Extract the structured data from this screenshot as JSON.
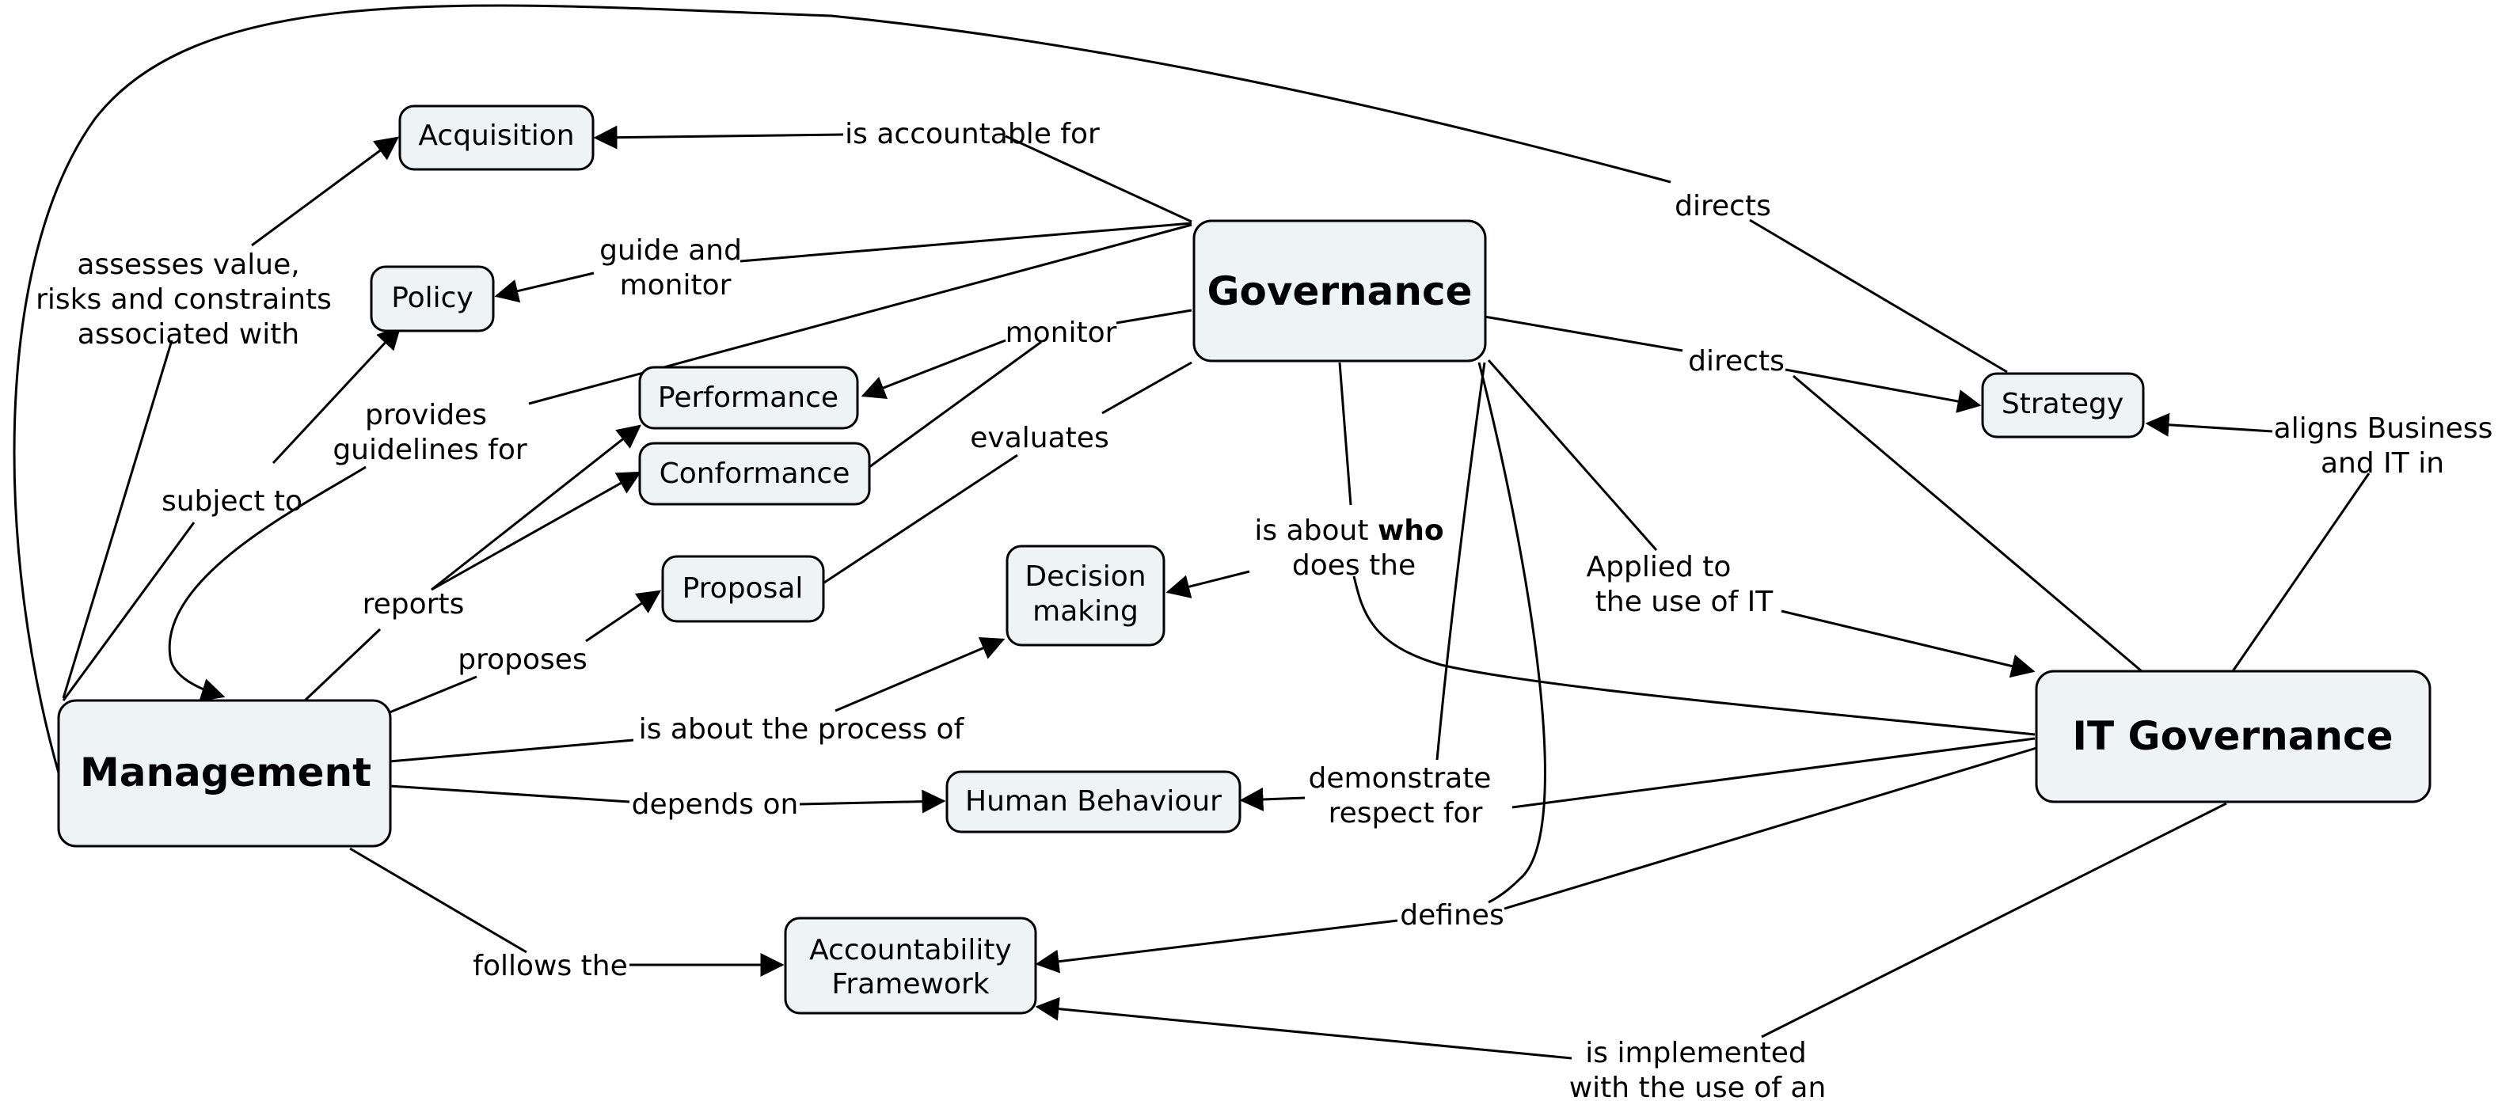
{
  "concepts": {
    "acquisition": "Acquisition",
    "policy": "Policy",
    "performance": "Performance",
    "conformance": "Conformance",
    "proposal": "Proposal",
    "decision_making": [
      "Decision",
      "making"
    ],
    "governance": "Governance",
    "strategy": "Strategy",
    "management": "Management",
    "human_behaviour": "Human Behaviour",
    "accountability_framework": [
      "Accountability",
      "Framework"
    ],
    "it_governance": "IT Governance"
  },
  "links": {
    "is_accountable_for": "is accountable for",
    "guide_and_monitor": [
      "guide and",
      "monitor"
    ],
    "monitor": "monitor",
    "evaluates": "evaluates",
    "directs_top": "directs",
    "directs_strategy": "directs",
    "aligns": [
      "aligns Business",
      "and IT in"
    ],
    "assesses": [
      "assesses value,",
      "risks and constraints",
      "associated with"
    ],
    "provides": [
      "provides",
      "guidelines for"
    ],
    "subject_to": "subject to",
    "reports": "reports",
    "proposes": "proposes",
    "is_about_who": {
      "pre": "is about ",
      "bold": "who",
      "line2": "does the"
    },
    "applied_to": [
      "Applied to",
      "the use of IT"
    ],
    "is_about_process": "is about the process of",
    "depends_on": "depends on",
    "demonstrate": [
      "demonstrate",
      "respect for"
    ],
    "defines": "defines",
    "follows_the": "follows the",
    "is_implemented": [
      "is implemented",
      "with the use of an"
    ]
  }
}
